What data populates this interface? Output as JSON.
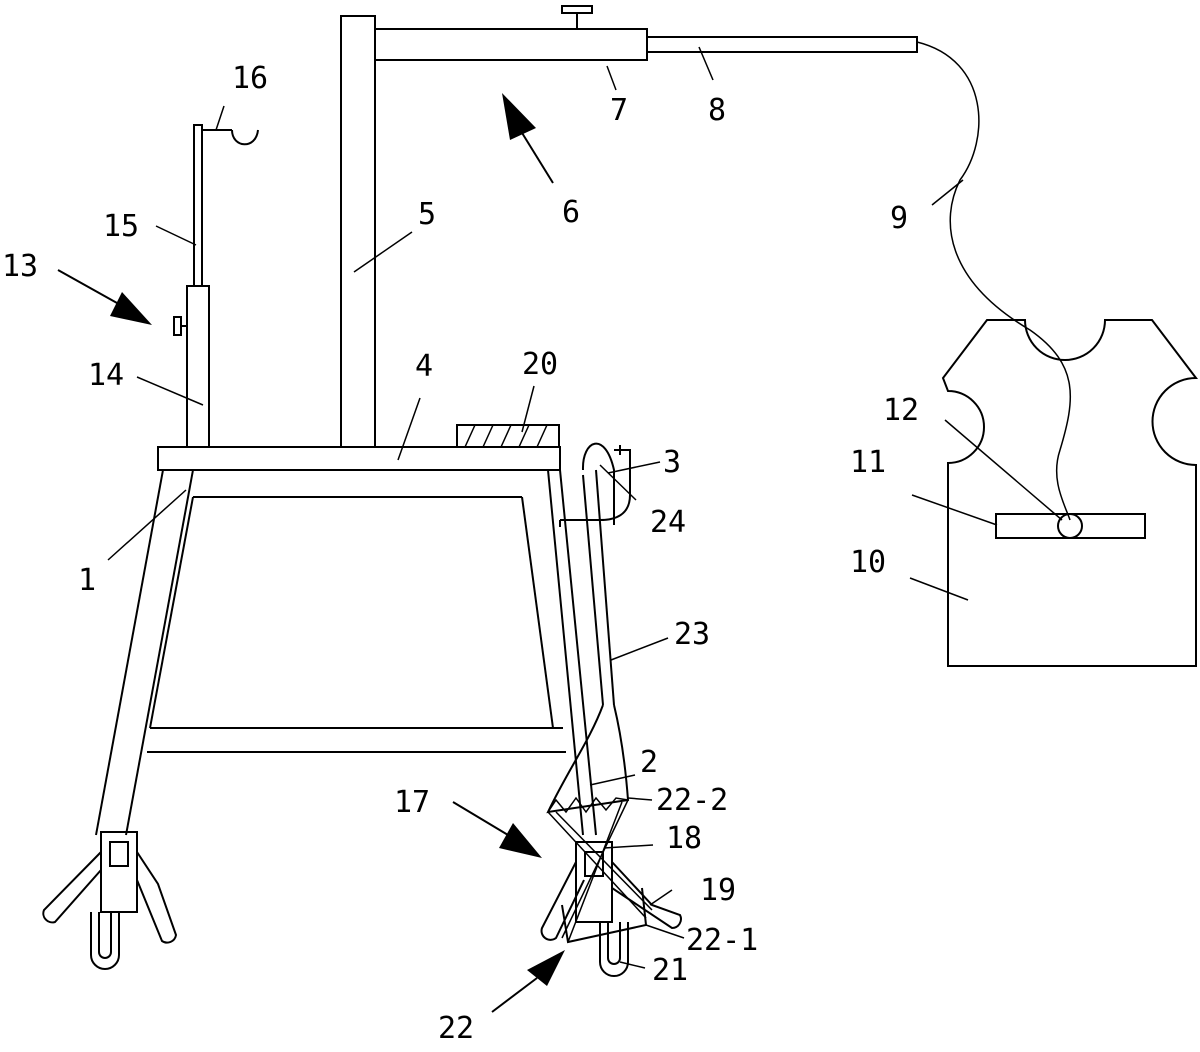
{
  "labels": {
    "l1": "1",
    "l2": "2",
    "l3": "3",
    "l4": "4",
    "l5": "5",
    "l6": "6",
    "l7": "7",
    "l8": "8",
    "l9": "9",
    "l10": "10",
    "l11": "11",
    "l12": "12",
    "l13": "13",
    "l14": "14",
    "l15": "15",
    "l16": "16",
    "l17": "17",
    "l18": "18",
    "l19": "19",
    "l20": "20",
    "l21": "21",
    "l22": "22",
    "l22_1": "22-1",
    "l22_2": "22-2",
    "l23": "23",
    "l24": "24"
  }
}
